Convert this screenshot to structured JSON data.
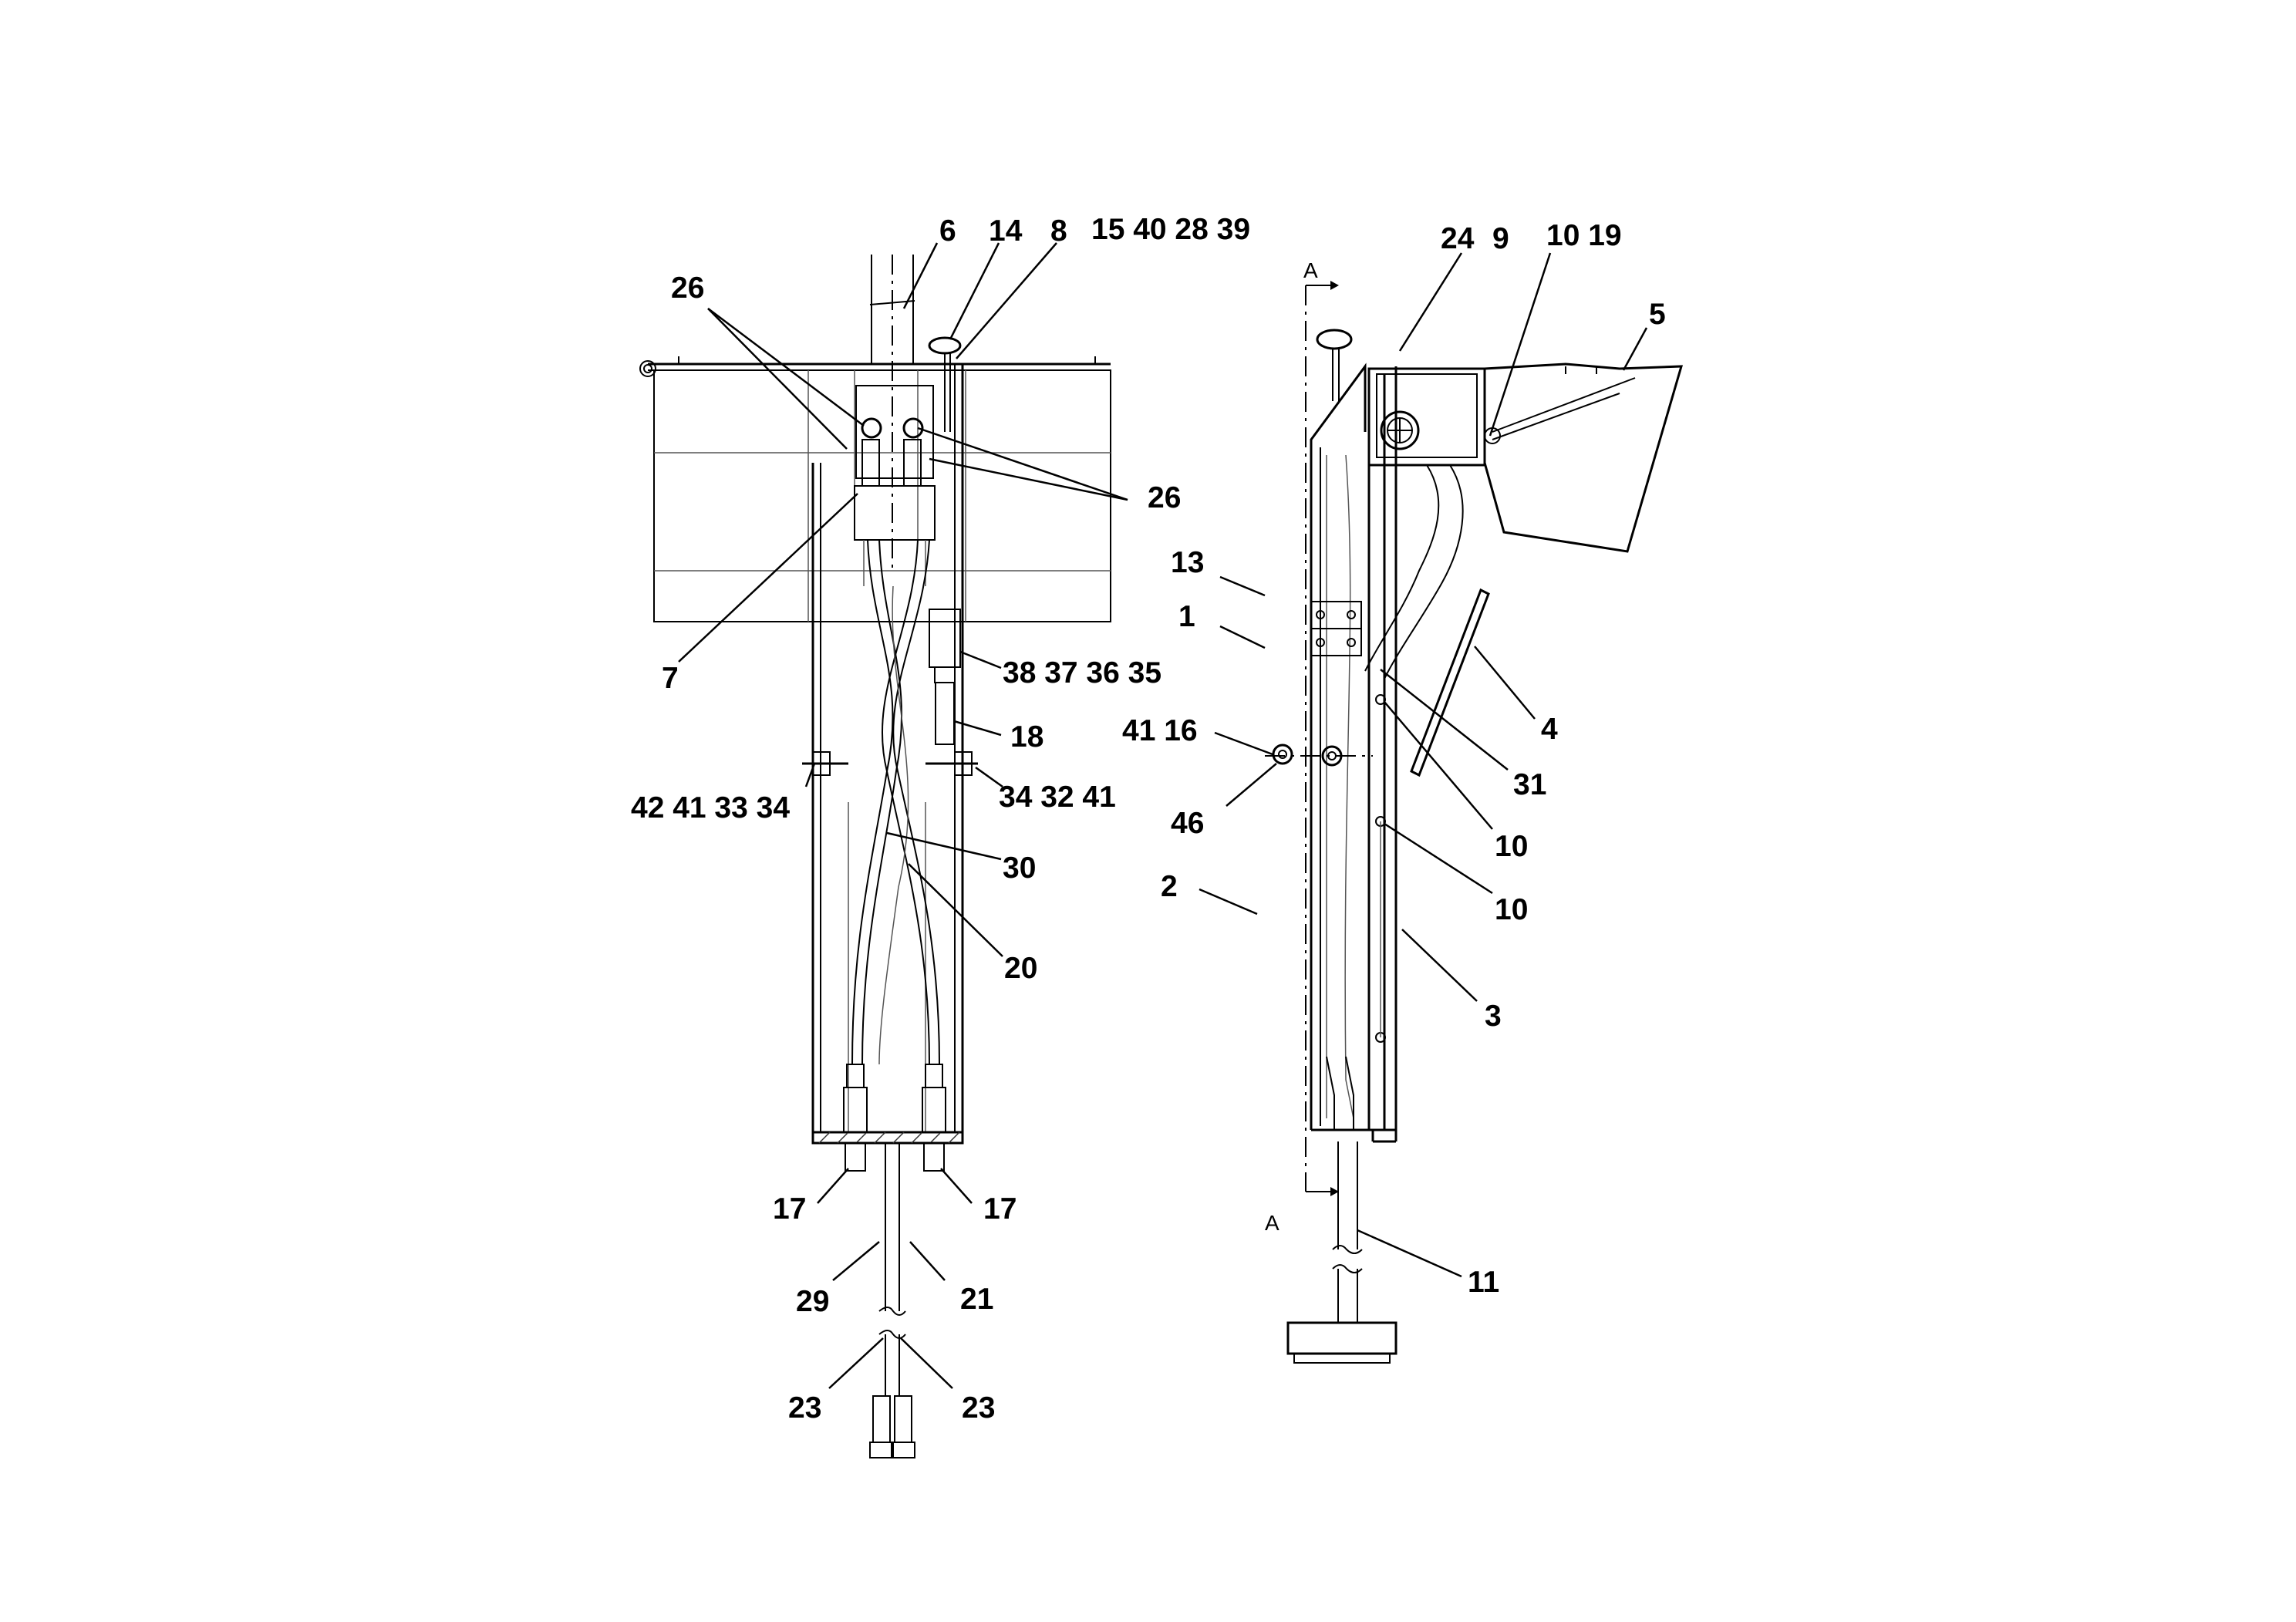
{
  "labels": {
    "l6": "6",
    "l14": "14",
    "l8": "8",
    "l15_40_28_39": "15 40 28 39",
    "l26_a": "26",
    "l26_b": "26",
    "l7": "7",
    "l38_37_36_35": "38 37 36 35",
    "l18": "18",
    "l42_41_33_34": "42 41 33 34",
    "l34_32_41": "34 32 41",
    "l30": "30",
    "l20": "20",
    "l17_a": "17",
    "l17_b": "17",
    "l29": "29",
    "l21": "21",
    "l23_a": "23",
    "l23_b": "23",
    "l24": "24",
    "l9": "9",
    "l10_19": "10 19",
    "l5": "5",
    "l13": "13",
    "l1": "1",
    "l41_16": "41 16",
    "l46": "46",
    "l2": "2",
    "l4": "4",
    "l31": "31",
    "l10_a": "10",
    "l10_b": "10",
    "l3": "3",
    "l11": "11"
  },
  "section_marks": {
    "top": "A",
    "bottom": "A"
  }
}
